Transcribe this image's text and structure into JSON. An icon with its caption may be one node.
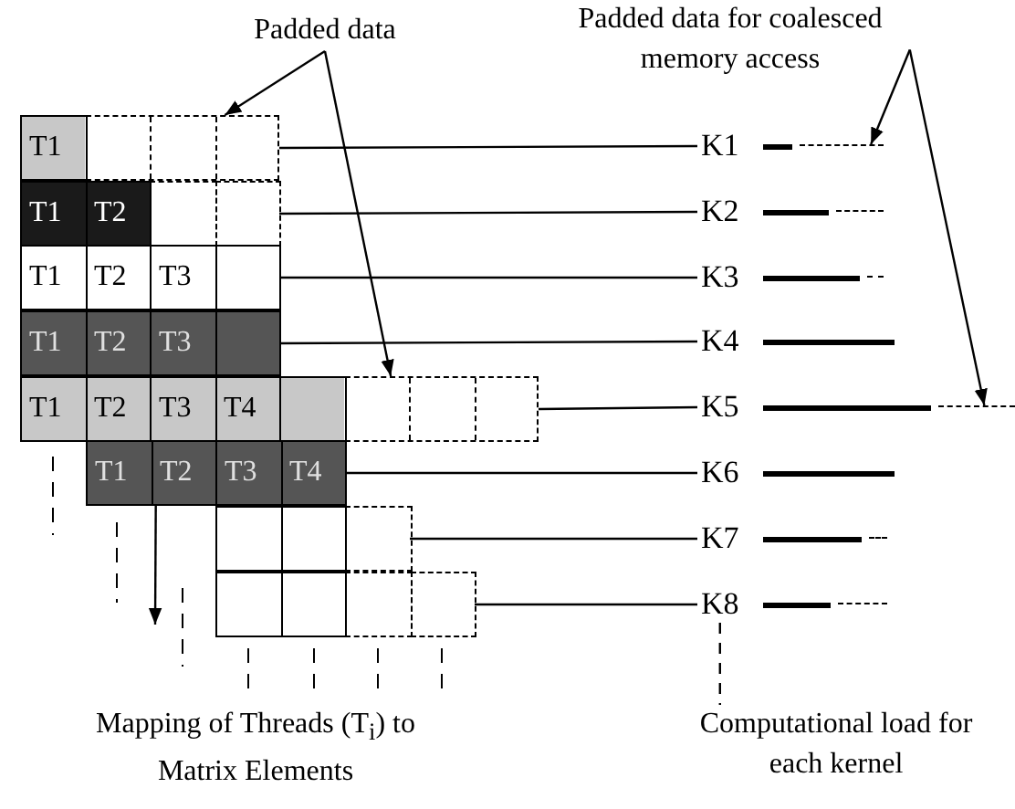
{
  "diagram": {
    "nodes": [
      {
        "text": [
          "Padded data"
        ]
      },
      {
        "text": [
          "Padded data for coalesced memory access"
        ]
      },
      {
        "text": [
          "Mapping of Threads (T$_{i}$) to Matrix Elements"
        ]
      },
      {
        "text": [
          "Computational load for each kernel"
        ]
      },
      {
        "text": [
          "T1"
        ]
      },
      {
        "text": [
          "T1",
          "T2"
        ]
      },
      {
        "text": [
          "T1",
          "T2",
          "T3"
        ]
      },
      {
        "text": [
          "T1",
          "T2",
          "T3"
        ]
      },
      {
        "text": [
          "T1",
          "T2",
          "T3",
          "T4"
        ]
      },
      {
        "text": [
          "T1",
          "T2",
          "T3",
          "T4"
        ]
      },
      {
        "text": [],
        "shape": "box"
      },
      {
        "text": [],
        "shape": "box"
      },
      {
        "text": [],
        "shape": "box",
        "in": 4
      },
      {
        "text": [],
        "shape": "box",
        "in": 8
      },
      {
        "text": [
          "K1"
        ]
      },
      {
        "text": [
          "K2"
        ]
      },
      {
        "text": [
          "K3"
        ]
      },
      {
        "text": [
          "K4"
        ]
      },
      {
        "text": [
          "K5"
        ]
      },
      {
        "text": [
          "K6"
        ]
      },
      {
        "text": [
          "K7"
        ]
      },
      {
        "text": [
          "K8"
        ]
      },
      {
        "text": [],
        "shape": "bar"
      },
      {
        "text": [],
        "shape": "bar"
      }
    ],
    "edges": [
      {
        "from": 4,
        "to": 14,
        "arrow": "none"
      },
      {
        "from": 5,
        "to": 15,
        "arrow": "none"
      },
      {
        "from": 6,
        "to": 16,
        "arrow": "none"
      },
      {
        "from": 7,
        "to": 17,
        "arrow": "none"
      },
      {
        "from": 8,
        "to": 18,
        "arrow": "none"
      },
      {
        "from": 9,
        "to": 19,
        "arrow": "none"
      },
      {
        "from": 10,
        "to": 20,
        "arrow": "none"
      },
      {
        "from": 11,
        "to": 21,
        "arrow": "none"
      },
      {
        "from": 0,
        "to": 12,
        "arrow": "to"
      },
      {
        "from": 0,
        "to": 13,
        "arrow": "to"
      },
      {
        "from": 1,
        "to": 22,
        "arrow": "to"
      },
      {
        "from": 1,
        "to": 23,
        "arrow": "to"
      },
      {
        "from": 9,
        "to": null,
        "arrow": "to"
      },
      {
        "from": 21,
        "to": 3,
        "arrow": "none",
        "style": "dashed"
      }
    ]
  }
}
